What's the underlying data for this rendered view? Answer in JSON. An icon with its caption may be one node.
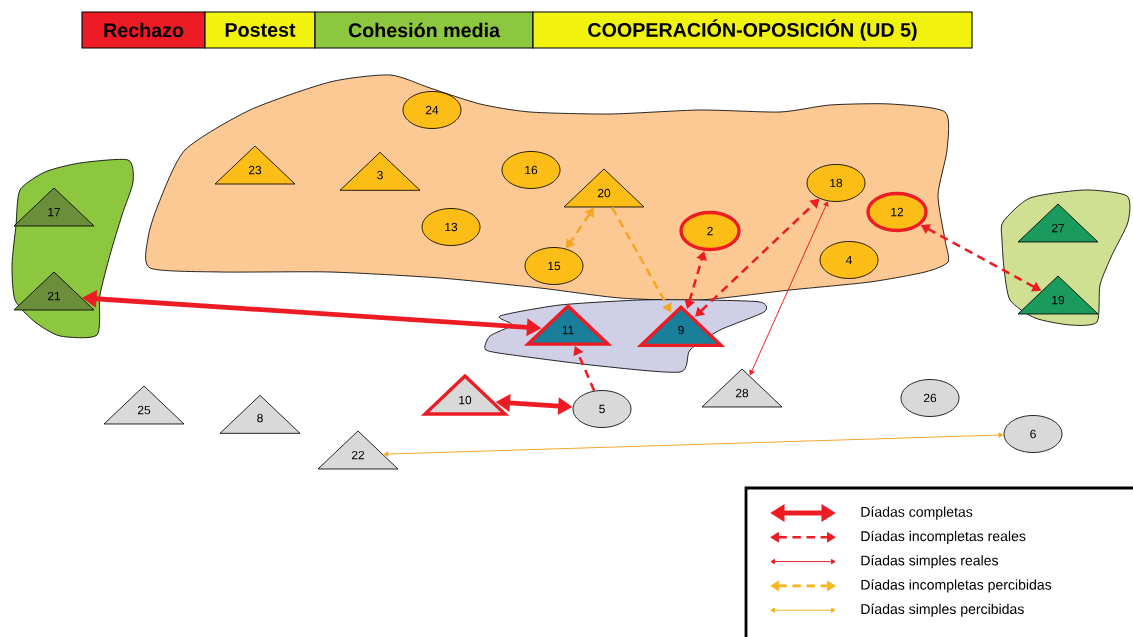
{
  "diagram": {
    "nodes": [
      {
        "text": [
          "Rechazo"
        ]
      },
      {
        "text": [
          "Postest"
        ]
      },
      {
        "text": [
          "Cohesión media"
        ]
      },
      {
        "text": [
          "COOPERACIÓN-OPOSICIÓN (UD 5)"
        ]
      },
      {
        "text": [],
        "shape": "cloud"
      },
      {
        "text": [
          "17"
        ],
        "in": 4
      },
      {
        "text": [
          "21"
        ],
        "in": 4
      },
      {
        "text": [],
        "shape": "cloud"
      },
      {
        "text": [
          "24"
        ],
        "in": 7
      },
      {
        "text": [
          "23"
        ],
        "in": 7
      },
      {
        "text": [
          "3"
        ],
        "in": 7
      },
      {
        "text": [
          "16"
        ],
        "in": 7
      },
      {
        "text": [
          "13"
        ],
        "in": 7
      },
      {
        "text": [
          "20"
        ],
        "in": 7
      },
      {
        "text": [
          "15"
        ],
        "in": 7
      },
      {
        "text": [
          "2"
        ],
        "in": 7
      },
      {
        "text": [
          "18"
        ],
        "in": 7
      },
      {
        "text": [
          "12"
        ],
        "in": 7
      },
      {
        "text": [
          "4"
        ],
        "in": 7
      },
      {
        "text": [],
        "shape": "cloud"
      },
      {
        "text": [
          "27"
        ],
        "in": 19
      },
      {
        "text": [
          "19"
        ],
        "in": 19
      },
      {
        "text": [],
        "shape": "cloud"
      },
      {
        "text": [
          "11"
        ],
        "in": 22
      },
      {
        "text": [
          "9"
        ],
        "in": 22
      },
      {
        "text": [
          "25"
        ]
      },
      {
        "text": [
          "8"
        ]
      },
      {
        "text": [
          "10"
        ]
      },
      {
        "text": [
          "5"
        ]
      },
      {
        "text": [
          "28"
        ]
      },
      {
        "text": [
          "26"
        ]
      },
      {
        "text": [
          "22"
        ]
      },
      {
        "text": [
          "6"
        ]
      }
    ],
    "edges": [
      {
        "from": 6,
        "to": 23,
        "arrow": "both",
        "style": "thick"
      },
      {
        "from": 27,
        "to": 28,
        "arrow": "both",
        "style": "thick"
      },
      {
        "from": 28,
        "to": 23,
        "arrow": "to",
        "style": "dashed"
      },
      {
        "from": 24,
        "to": 15,
        "arrow": "both",
        "style": "dashed"
      },
      {
        "from": 24,
        "to": 16,
        "arrow": "both",
        "style": "dashed"
      },
      {
        "from": 17,
        "to": 21,
        "arrow": "both",
        "style": "dashed"
      },
      {
        "from": 29,
        "to": 16,
        "arrow": "both"
      },
      {
        "from": 13,
        "to": 14,
        "arrow": "both",
        "style": "dashed",
        "color": "#f5a623"
      },
      {
        "from": 13,
        "to": 24,
        "arrow": "to",
        "style": "dashed",
        "color": "#f5a623"
      },
      {
        "from": 31,
        "to": 32,
        "arrow": "both",
        "color": "#f5a623"
      }
    ],
    "legend": [
      {
        "text": "Díadas completas"
      },
      {
        "text": "Díadas incompletas reales"
      },
      {
        "text": "Díadas simples reales"
      },
      {
        "text": "Díadas incompletas percibidas"
      },
      {
        "text": "Díadas simples percibidas"
      }
    ]
  }
}
